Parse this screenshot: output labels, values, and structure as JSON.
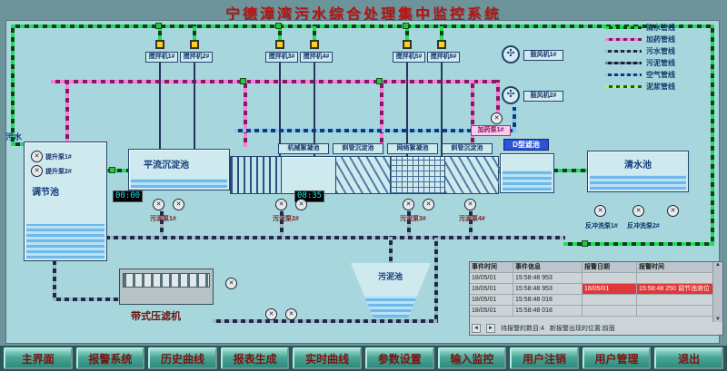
{
  "title": "宁德漳湾污水综合处理集中监控系统",
  "colors": {
    "title_text": "#bb1111",
    "panel_bg": "#a7d7dc",
    "frame_bg": "#6e949b",
    "button_text": "#7a1212",
    "pipe_clean_water": "#1ee04e",
    "pipe_dosing": "#ff7ad9",
    "pipe_sewage": "#1c2b4a",
    "pipe_air": "#7ec8ff",
    "alarm_highlight": "#e03838",
    "timer_text": "#17e8e8"
  },
  "legend": {
    "items": [
      {
        "label": "清水管线"
      },
      {
        "label": "加药管线"
      },
      {
        "label": "污水管线"
      },
      {
        "label": "污泥管线"
      },
      {
        "label": "空气管线"
      },
      {
        "label": "泥浆管线"
      }
    ]
  },
  "diagram": {
    "inlet_label": "污水",
    "mixers": [
      "搅拌机1#",
      "搅拌机2#",
      "搅拌机3#",
      "搅拌机4#",
      "搅拌机5#",
      "搅拌机6#"
    ],
    "lift_pumps": [
      "提升泵1#",
      "提升泵2#"
    ],
    "tanks": {
      "regulation": "调节池",
      "horizontal_sed": "平流沉淀池",
      "mech_floc": "机械絮凝池",
      "inclined_sed_1": "斜管沉淀池",
      "grid_floc": "网络絮凝池",
      "inclined_sed_2": "斜管沉淀池",
      "d_filter": "D型滤池",
      "clear_water": "清水池",
      "sludge_pool": "污泥池",
      "belt_press": "带式压滤机"
    },
    "blowers": [
      "鼓风机1#",
      "鼓风机2#"
    ],
    "dosing_pump": "加药泵1#",
    "timers": [
      "00:00",
      "08:35"
    ],
    "sludge_pumps": [
      "污泥泵1#",
      "污泥泵2#",
      "污泥泵3#",
      "污泥泵4#"
    ],
    "backwash_pumps": [
      "反冲洗泵1#",
      "反冲洗泵2#"
    ]
  },
  "icons": {
    "pump": "✕",
    "fan": "✣",
    "arrow_left": "◄",
    "arrow_right": "►",
    "arrow_up": "▲",
    "arrow_down": "▼"
  },
  "alarm_table": {
    "headers": [
      "事件时间",
      "事件信息",
      "报警日期",
      "报警时间"
    ],
    "rows": [
      [
        "18/05/01",
        "15:58:48 953",
        "",
        ""
      ],
      [
        "18/05/01",
        "15:58:48 953",
        "18/05/01",
        "15:58:48 250 调节池液位"
      ],
      [
        "18/05/01",
        "15:58:48 018",
        "",
        ""
      ],
      [
        "18/05/01",
        "15:58:48 018",
        "",
        ""
      ]
    ],
    "footer_count": "待报警的数目:4",
    "footer_position": "新报警出现的位置:前面"
  },
  "nav": {
    "buttons": [
      "主界面",
      "报警系统",
      "历史曲线",
      "报表生成",
      "实时曲线",
      "参数设置",
      "输入监控",
      "用户注销",
      "用户管理",
      "退出"
    ]
  }
}
